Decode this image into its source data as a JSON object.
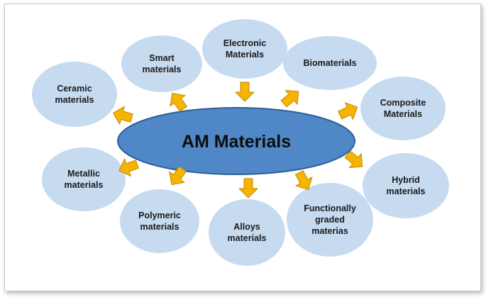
{
  "diagram": {
    "center": {
      "label": [
        "AM Materials"
      ]
    },
    "bubbles": [
      {
        "id": "ceramic",
        "label": [
          "Ceramic",
          "materials"
        ]
      },
      {
        "id": "smart",
        "label": [
          "Smart",
          "materials"
        ]
      },
      {
        "id": "electronic",
        "label": [
          "Electronic",
          "Materials"
        ]
      },
      {
        "id": "biomaterials",
        "label": [
          "Biomaterials"
        ]
      },
      {
        "id": "composite",
        "label": [
          "Composite",
          "Materials"
        ]
      },
      {
        "id": "hybrid",
        "label": [
          "Hybrid",
          "materials"
        ]
      },
      {
        "id": "functionally-graded",
        "label": [
          "Functionally",
          "graded",
          "materias"
        ]
      },
      {
        "id": "alloys",
        "label": [
          "Alloys",
          "materials"
        ]
      },
      {
        "id": "polymeric",
        "label": [
          "Polymeric",
          "materials"
        ]
      },
      {
        "id": "metallic",
        "label": [
          "Metallic",
          "materials"
        ]
      }
    ],
    "colors": {
      "bubble_fill": "#c6daf0",
      "hub_fill": "#4f87c7",
      "hub_stroke": "#2e5f99",
      "arrow_fill": "#f5b400",
      "arrow_stroke": "#c48a00"
    }
  }
}
